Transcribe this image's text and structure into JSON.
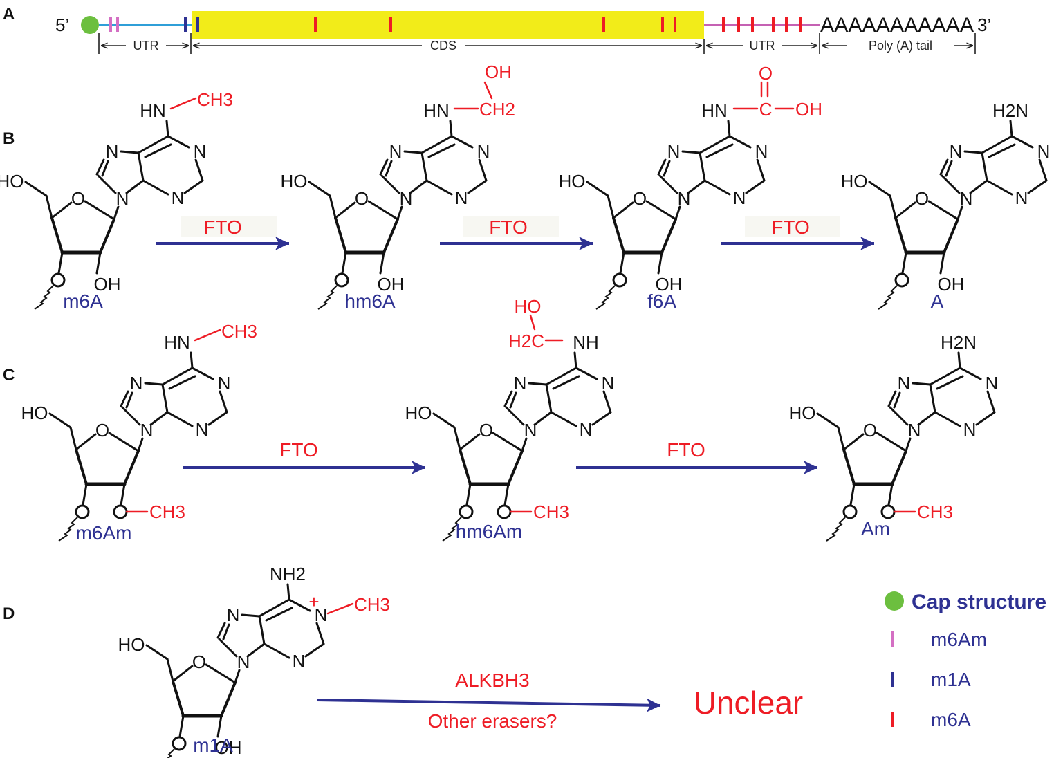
{
  "panels": {
    "a": "A",
    "b": "B",
    "c": "C",
    "d": "D"
  },
  "transcript": {
    "five_prime": "5’",
    "three_prime": "3’",
    "poly_a_seq": "AAAAAAAAAAA",
    "utr5": "UTR",
    "cds": "CDS",
    "utr3": "UTR",
    "poly_a_tail": "Poly (A) tail"
  },
  "atoms": {
    "N": "N",
    "O": "O",
    "HN": "HN",
    "NH": "NH",
    "HO": "HO",
    "OH": "OH",
    "CH3": "CH3",
    "CH2": "CH2",
    "H2C": "H2C",
    "H2N": "H2N",
    "NH2": "NH2",
    "C": "C",
    "plus": "+"
  },
  "panel_b": {
    "molecules": [
      "m6A",
      "hm6A",
      "f6A",
      "A"
    ],
    "enzymes": [
      "FTO",
      "FTO",
      "FTO"
    ]
  },
  "panel_c": {
    "molecules": [
      "m6Am",
      "hm6Am",
      "Am"
    ],
    "enzymes": [
      "FTO",
      "FTO"
    ]
  },
  "panel_d": {
    "molecule": "m1A",
    "enzyme": "ALKBH3",
    "enzyme_note": "Other erasers?",
    "outcome": "Unclear"
  },
  "legend": {
    "cap": "Cap structure",
    "m6Am": "m6Am",
    "m1A": "m1A",
    "m6A": "m6A"
  },
  "colors": {
    "cap": "#6cbf3f",
    "cds": "#f2ec19",
    "utr5_line": "#2f9fd8",
    "utr3_line": "#c561b3",
    "m6Am_mark": "#d46fc3",
    "m1A_mark": "#2e3192",
    "m6A_mark": "#ee1c25",
    "label": "#2e3192",
    "modification": "#ee1c25",
    "arrow": "#2e3192"
  }
}
